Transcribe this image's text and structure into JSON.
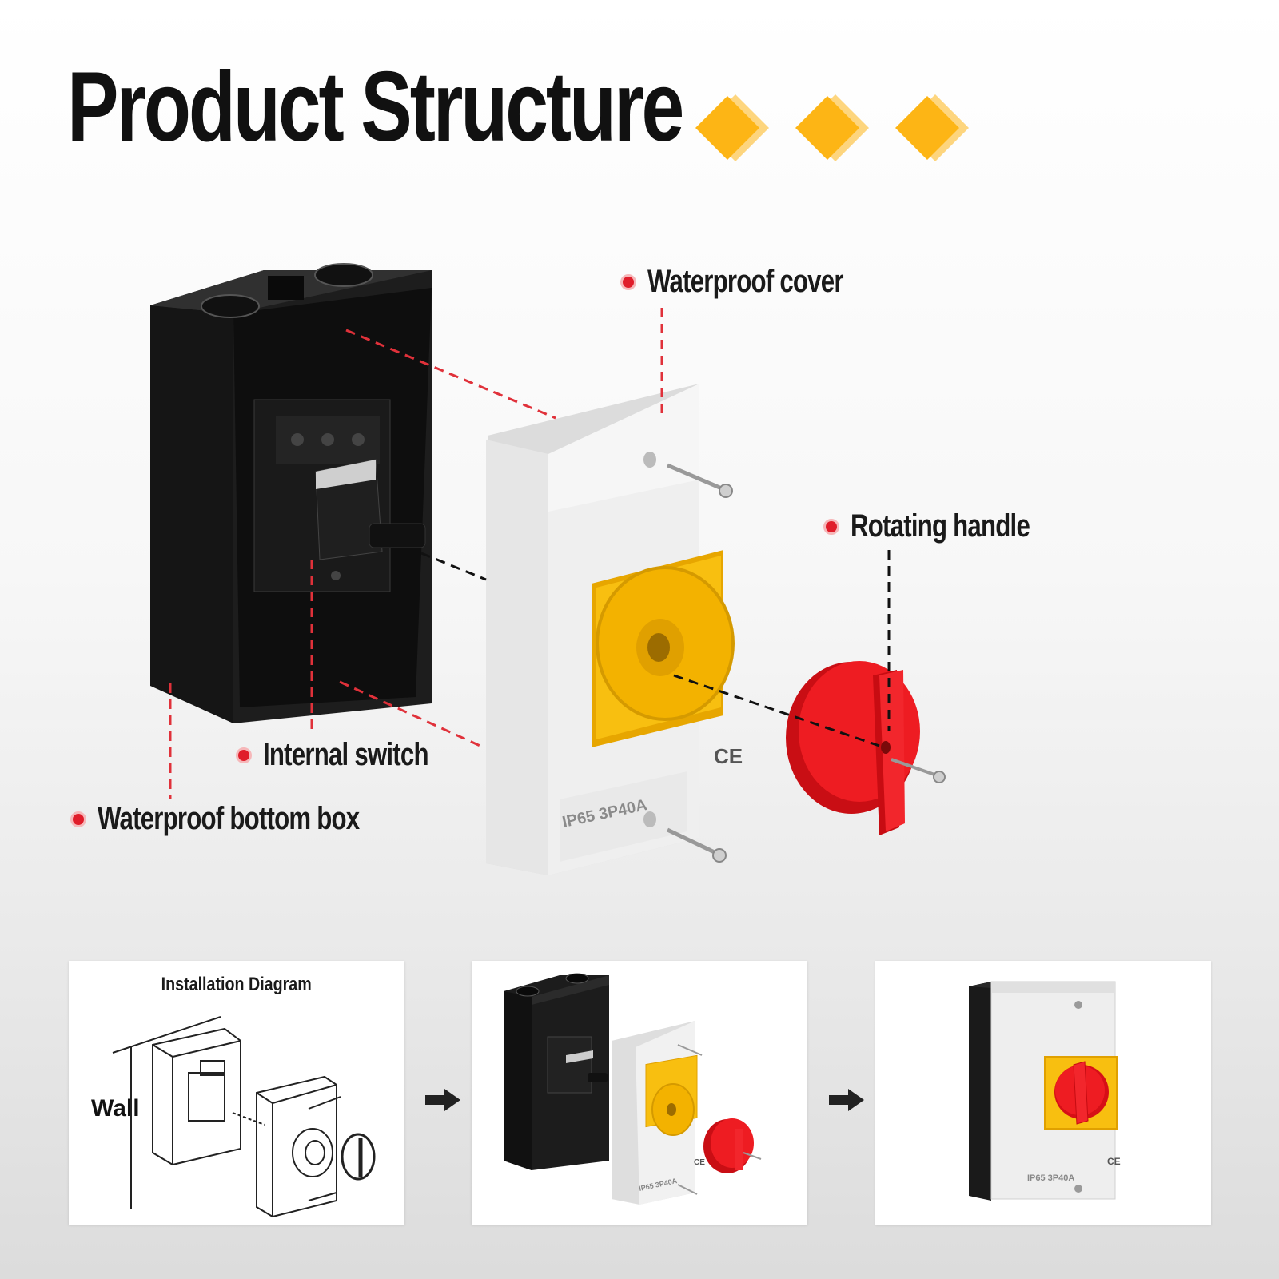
{
  "page": {
    "title": "Product Structure"
  },
  "callouts": {
    "waterproof_cover": "Waterproof cover",
    "rotating_handle": "Rotating handle",
    "internal_switch": "Internal switch",
    "waterproof_bottom_box": "Waterproof bottom box"
  },
  "product": {
    "rating_text": "IP65 3P40A",
    "cert_mark": "CE"
  },
  "steps": {
    "installation_title": "Installation Diagram",
    "wall_label": "Wall"
  },
  "colors": {
    "accent_diamond": "#FDB515",
    "callout_dot": "#E01D2A",
    "guide_line_red": "#E0313A",
    "box_black": "#1B1B1B",
    "cover_white": "#EEEEEE",
    "base_yellow": "#F7B500",
    "handle_red": "#E8141C"
  }
}
